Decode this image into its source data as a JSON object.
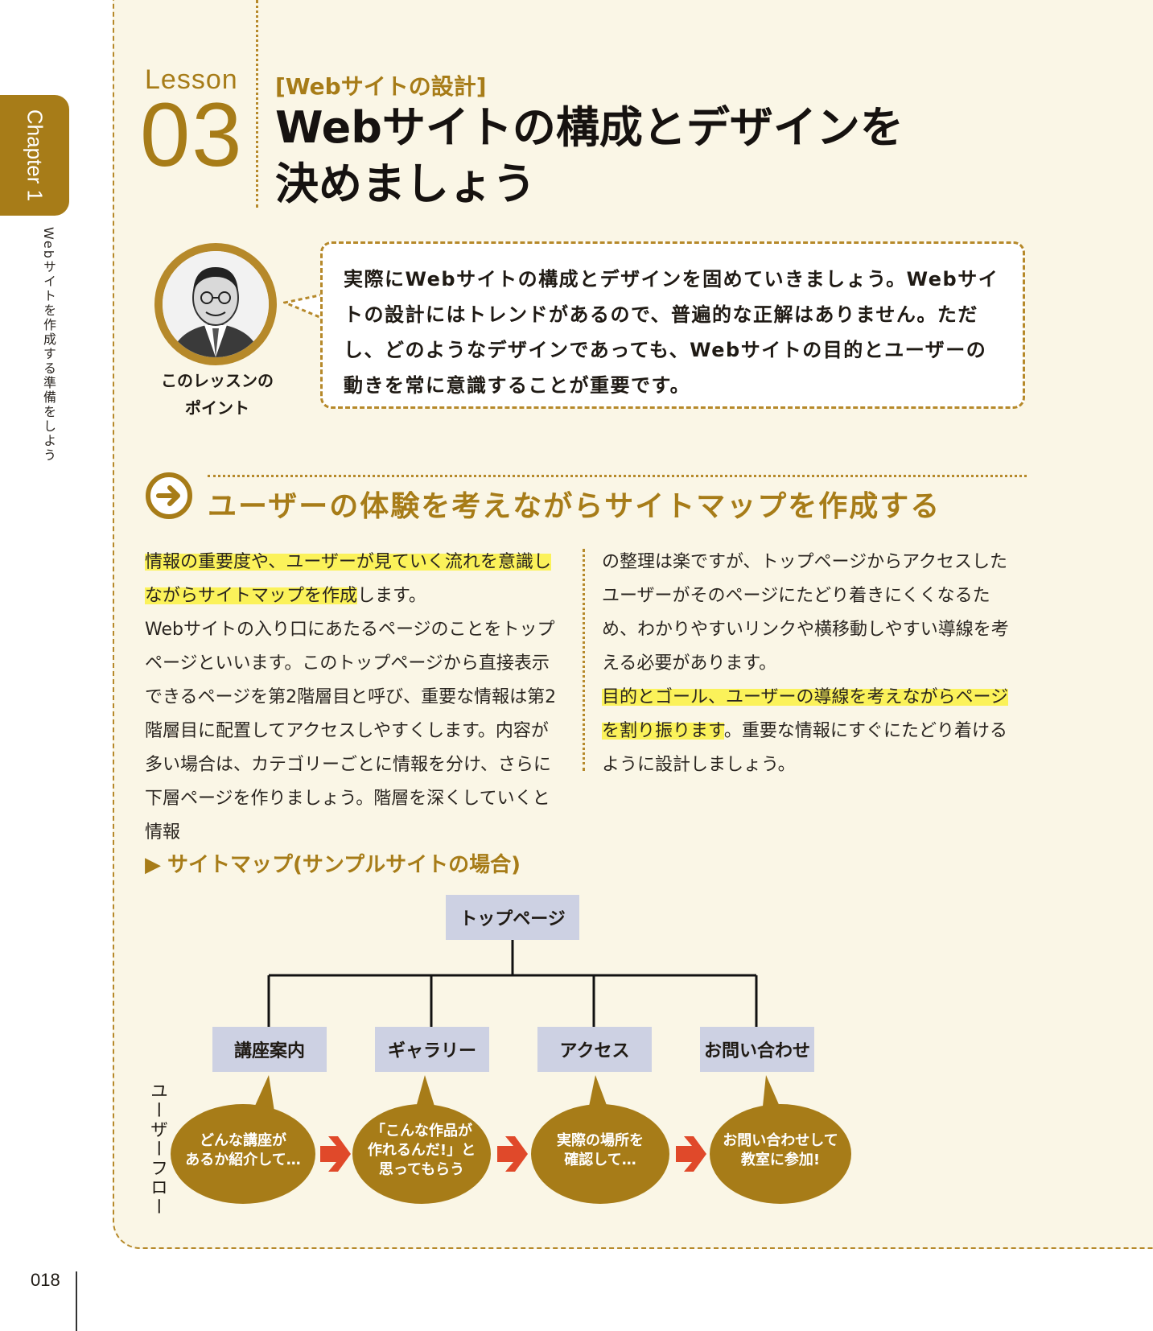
{
  "sidebar": {
    "chapter": "Chapter 1",
    "chapter_subtitle": "Webサイトを作成する準備をしよう",
    "page_number": "018"
  },
  "lesson": {
    "label": "Lesson",
    "number": "03",
    "category": "[Webサイトの設計]",
    "title_line1": "Webサイトの構成とデザインを",
    "title_line2": "決めましょう"
  },
  "point": {
    "caption_line1": "このレッスンの",
    "caption_line2": "ポイント",
    "text": "実際にWebサイトの構成とデザインを固めていきましょう。Webサイトの設計にはトレンドがあるので、普遍的な正解はありません。ただし、どのようなデザインであっても、Webサイトの目的とユーザーの動きを常に意識することが重要です。"
  },
  "section": {
    "heading": "ユーザーの体験を考えながらサイトマップを作成する",
    "left": {
      "highlight": "情報の重要度や、ユーザーが見ていく流れを意識しながらサイトマップを作成",
      "after_highlight": "します。",
      "paragraph": "Webサイトの入り口にあたるページのことをトップページといいます。このトップページから直接表示できるページを第2階層目と呼び、重要な情報は第2階層目に配置してアクセスしやすくします。内容が多い場合は、カテゴリーごとに情報を分け、さらに下層ページを作りましょう。階層を深くしていくと情報"
    },
    "right": {
      "paragraph": "の整理は楽ですが、トップページからアクセスしたユーザーがそのページにたどり着きにくくなるため、わかりやすいリンクや横移動しやすい導線を考える必要があります。",
      "highlight": "目的とゴール、ユーザーの導線を考えながらページを割り振ります",
      "after_highlight": "。重要な情報にすぐにたどり着けるように設計しましょう。"
    }
  },
  "sitemap": {
    "caption": "サイトマップ(サンプルサイトの場合)",
    "top": "トップページ",
    "children": [
      "講座案内",
      "ギャラリー",
      "アクセス",
      "お問い合わせ"
    ],
    "flow_label": "ユーザーフロー",
    "flow": [
      {
        "line1": "どんな講座が",
        "line2": "あるか紹介して…",
        "line3": ""
      },
      {
        "line1": "「こんな作品が",
        "line2": "作れるんだ!」と",
        "line3": "思ってもらう"
      },
      {
        "line1": "実際の場所を",
        "line2": "確認して…",
        "line3": ""
      },
      {
        "line1": "お問い合わせして",
        "line2": "教室に参加!",
        "line3": ""
      }
    ]
  },
  "colors": {
    "accent": "#a77c18",
    "panel": "#faf6e6",
    "box": "#cdd1e3",
    "highlight": "#fbf25a",
    "flow_arrow": "#e0492a"
  }
}
